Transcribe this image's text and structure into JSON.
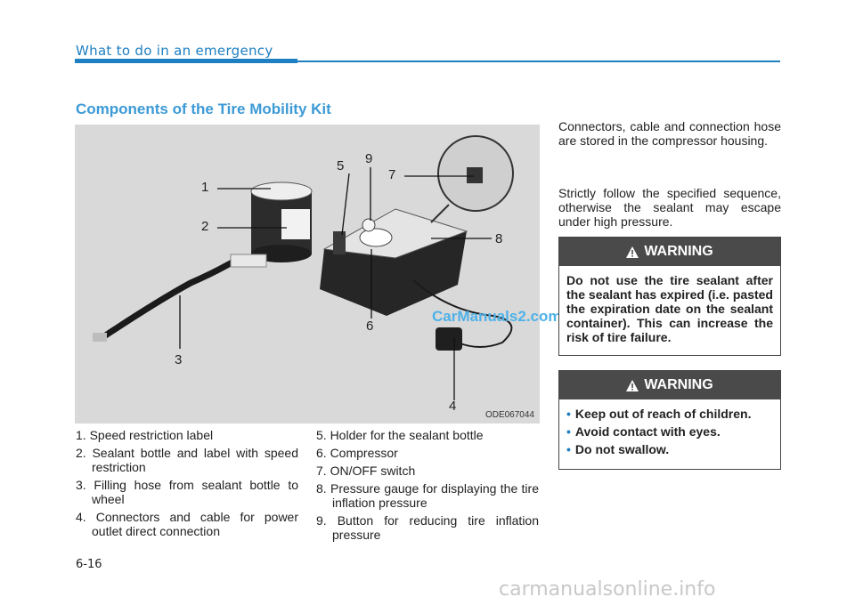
{
  "header": {
    "section": "What to do in an emergency"
  },
  "heading": "Components of the Tire Mobility Kit",
  "figure": {
    "code": "ODE067044",
    "callouts": [
      "1",
      "2",
      "3",
      "4",
      "5",
      "6",
      "7",
      "8",
      "9"
    ],
    "watermark": "CarManuals2.com"
  },
  "list_left": [
    "1. Speed restriction label",
    "2. Sealant bottle and label with speed restriction",
    "3. Filling hose from sealant bottle to wheel",
    "4. Connectors and cable for power outlet direct connection"
  ],
  "list_right": [
    "5. Holder for the sealant bottle",
    "6. Compressor",
    "7. ON/OFF switch",
    "8. Pressure gauge for displaying the tire inflation pressure",
    "9. Button for reducing tire inflation pressure"
  ],
  "paragraphs": [
    "Connectors, cable and connection hose are stored in the compressor housing.",
    "Strictly follow the specified sequence, otherwise the sealant may escape under high pressure."
  ],
  "warning1": {
    "title": "WARNING",
    "text": "Do not use the tire sealant after the sealant has expired (i.e. pasted the expiration date on the sealant container). This can increase the risk of tire failure."
  },
  "warning2": {
    "title": "WARNING",
    "items": [
      "Keep out of reach of children.",
      "Avoid contact with eyes.",
      "Do not swallow."
    ]
  },
  "page_number": "6-16",
  "watermark_bottom": "carmanualsonline.info",
  "colors": {
    "accent": "#1e7fc1",
    "heading": "#3c9ad6",
    "warning_header": "#4a4a4a"
  }
}
